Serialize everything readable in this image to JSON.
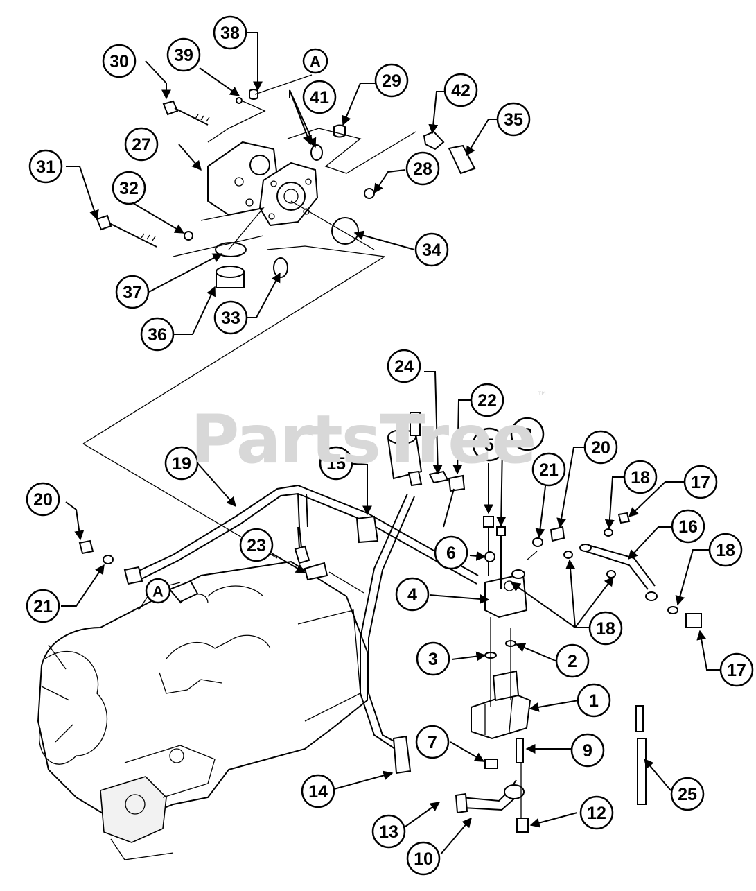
{
  "watermark": {
    "text": "PartsTree",
    "tm": "™"
  },
  "ref_markers": [
    "A",
    "A"
  ],
  "callouts": [
    "1",
    "2",
    "3",
    "4",
    "5",
    "6",
    "7",
    "8",
    "9",
    "10",
    "12",
    "13",
    "14",
    "15",
    "16",
    "17",
    "17",
    "18",
    "18",
    "18",
    "19",
    "20",
    "20",
    "21",
    "21",
    "22",
    "23",
    "24",
    "25",
    "27",
    "28",
    "29",
    "30",
    "31",
    "32",
    "33",
    "34",
    "35",
    "36",
    "37",
    "38",
    "39",
    "41",
    "42"
  ]
}
